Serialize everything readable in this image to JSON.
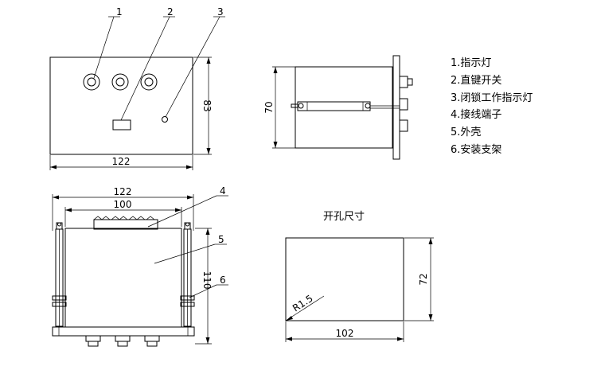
{
  "callouts": [
    "1",
    "2",
    "3",
    "4",
    "5",
    "6"
  ],
  "dimensions": {
    "front_width": "122",
    "front_height": "83",
    "side_height": "70",
    "top_outer": "122",
    "top_inner": "100",
    "top_height": "110",
    "cutout_width": "102",
    "cutout_height": "72",
    "cutout_radius": "R1.5"
  },
  "cutout_title": "开孔尺寸",
  "legend": [
    "1.指示灯",
    "2.直键开关",
    "3.闭锁工作指示灯",
    "4.接线端子",
    "5.外壳",
    "6.安装支架"
  ]
}
